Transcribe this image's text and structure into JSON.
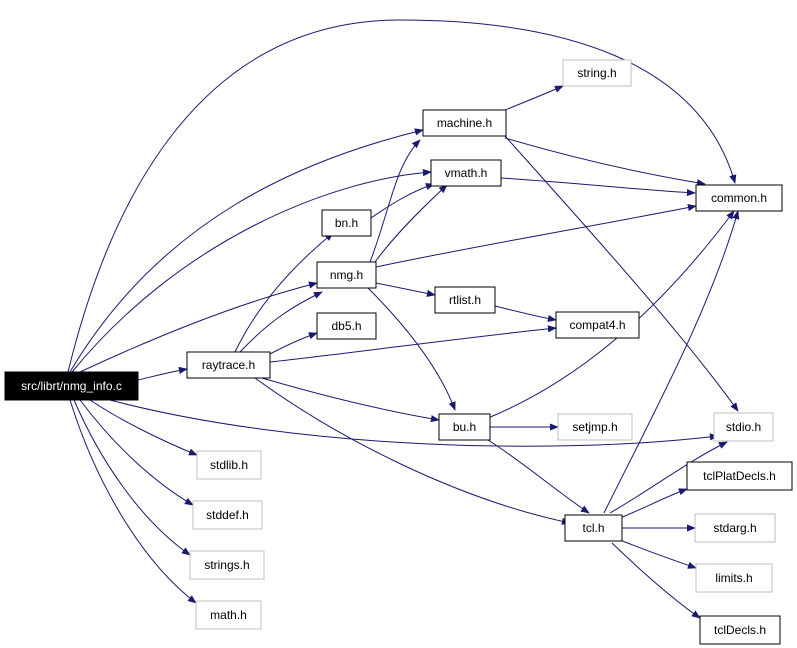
{
  "colors": {
    "edge": "#191970",
    "root_fill": "#000000",
    "root_text": "#ffffff",
    "node_border": "#000000",
    "system_border": "#bfbfbf",
    "text": "#000000"
  },
  "nodes": {
    "root": "src/librt/nmg_info.c",
    "raytrace": "raytrace.h",
    "nmg": "nmg.h",
    "bn": "bn.h",
    "db5": "db5.h",
    "machine": "machine.h",
    "vmath": "vmath.h",
    "string": "string.h",
    "common": "common.h",
    "rtlist": "rtlist.h",
    "compat4": "compat4.h",
    "bu": "bu.h",
    "setjmp": "setjmp.h",
    "stdio": "stdio.h",
    "tcl": "tcl.h",
    "tclPlatDecls": "tclPlatDecls.h",
    "stdarg": "stdarg.h",
    "limits": "limits.h",
    "tclDecls": "tclDecls.h",
    "stdlib": "stdlib.h",
    "stddef": "stddef.h",
    "strings": "strings.h",
    "math": "math.h"
  }
}
